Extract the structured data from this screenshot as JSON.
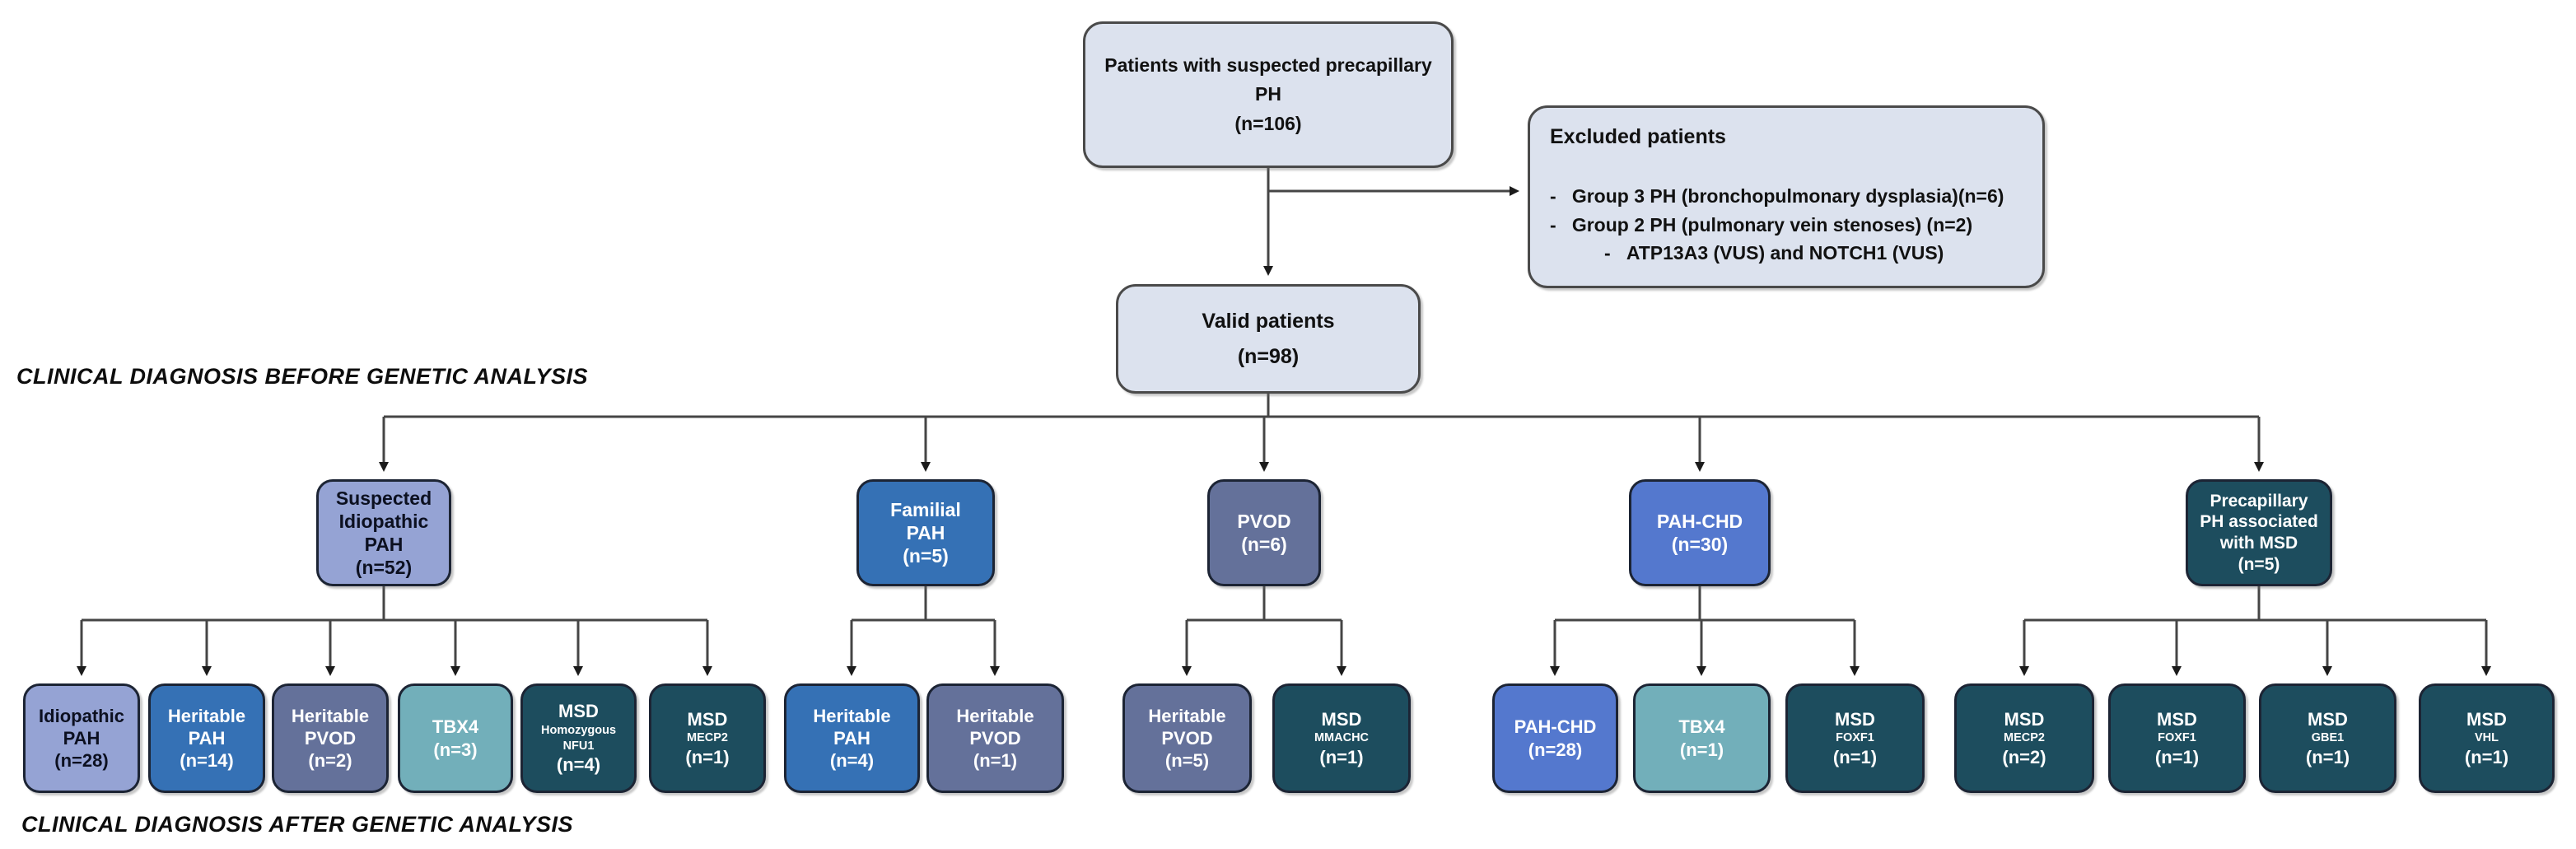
{
  "palette": {
    "light_box": "#dce2ee",
    "periwinkle": "#95a3d4",
    "blue": "#3571b5",
    "slate_blue": "#64719a",
    "cornflower": "#5478ce",
    "teal": "#72afba",
    "dark_teal": "#1d4d5e",
    "connector_line": "#454545"
  },
  "labels": {
    "before": "CLINICAL DIAGNOSIS BEFORE GENETIC ANALYSIS",
    "after": "CLINICAL DIAGNOSIS AFTER GENETIC ANALYSIS"
  },
  "top": {
    "patients": "Patients with suspected precapillary\nPH\n(n=106)",
    "valid": "Valid patients\n(n=98)"
  },
  "excluded": {
    "title": "Excluded patients",
    "items": [
      "-   Group 3 PH (bronchopulmonary dysplasia)(n=6)",
      "-   Group 2 PH (pulmonary vein stenoses) (n=2)",
      "-   ATP13A3 (VUS) and NOTCH1 (VUS)"
    ]
  },
  "branches": {
    "suspected_ipah": "Suspected\nIdiopathic\nPAH\n(n=52)",
    "familial_pah": "Familial\nPAH\n(n=5)",
    "pvod": "PVOD\n(n=6)",
    "pah_chd": "PAH-CHD\n(n=30)",
    "precap_msd": "Precapillary\nPH associated\nwith MSD\n(n=5)"
  },
  "leaves": {
    "idiopathic_pah": {
      "main": "Idiopathic\nPAH",
      "gene": "",
      "count": "(n=28)"
    },
    "heritable_pah_14": {
      "main": "Heritable\nPAH",
      "gene": "",
      "count": "(n=14)"
    },
    "heritable_pvod_2": {
      "main": "Heritable\nPVOD",
      "gene": "",
      "count": "(n=2)"
    },
    "tbx4_3": {
      "main": "TBX4",
      "gene": "",
      "count": "(n=3)"
    },
    "msd_nfu1": {
      "main": "MSD",
      "gene": "Homozygous\nNFU1",
      "count": "(n=4)"
    },
    "msd_mecp2_1": {
      "main": "MSD",
      "gene": "MECP2",
      "count": "(n=1)"
    },
    "heritable_pah_4": {
      "main": "Heritable\nPAH",
      "gene": "",
      "count": "(n=4)"
    },
    "heritable_pvod_1": {
      "main": "Heritable\nPVOD",
      "gene": "",
      "count": "(n=1)"
    },
    "heritable_pvod_5": {
      "main": "Heritable\nPVOD",
      "gene": "",
      "count": "(n=5)"
    },
    "msd_mmachc": {
      "main": "MSD",
      "gene": "MMACHC",
      "count": "(n=1)"
    },
    "pah_chd_28": {
      "main": "PAH-CHD",
      "gene": "",
      "count": "(n=28)"
    },
    "tbx4_1": {
      "main": "TBX4",
      "gene": "",
      "count": "(n=1)"
    },
    "msd_foxf1_g4": {
      "main": "MSD",
      "gene": "FOXF1",
      "count": "(n=1)"
    },
    "msd_mecp2_2": {
      "main": "MSD",
      "gene": "MECP2",
      "count": "(n=2)"
    },
    "msd_foxf1_g5": {
      "main": "MSD",
      "gene": "FOXF1",
      "count": "(n=1)"
    },
    "msd_gbe1": {
      "main": "MSD",
      "gene": "GBE1",
      "count": "(n=1)"
    },
    "msd_vhl": {
      "main": "MSD",
      "gene": "VHL",
      "count": "(n=1)"
    }
  }
}
